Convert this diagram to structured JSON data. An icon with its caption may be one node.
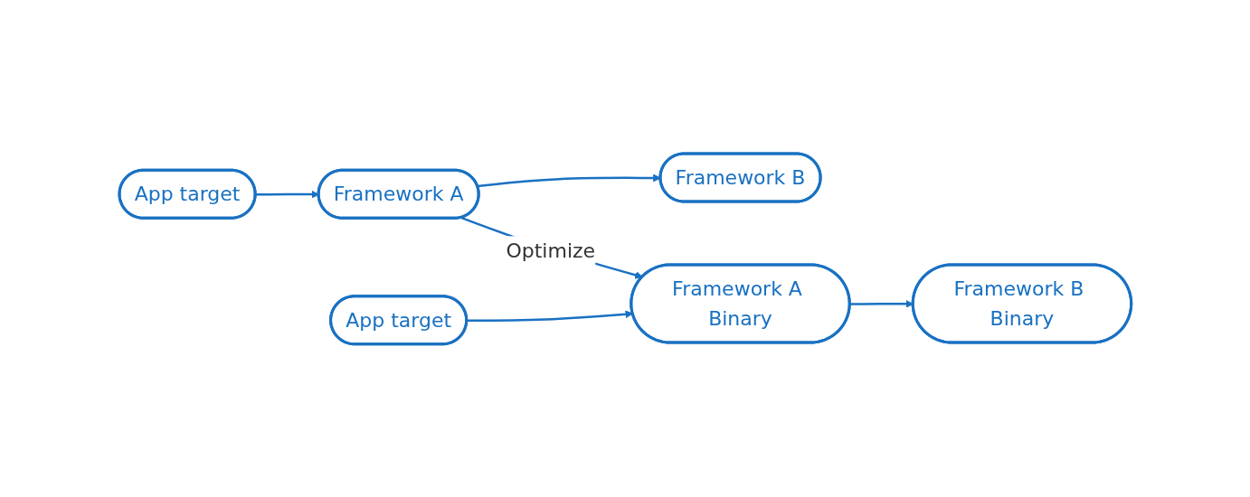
{
  "diagram": {
    "nodes": [
      {
        "text": [
          "App target"
        ]
      },
      {
        "text": [
          "Framework A"
        ]
      },
      {
        "text": [
          "Framework B"
        ]
      },
      {
        "text": [
          "App target"
        ]
      },
      {
        "text": [
          "Framework A Binary"
        ]
      },
      {
        "text": [
          "Framework B Binary"
        ]
      }
    ],
    "edges": [
      {
        "from": 0,
        "to": 1,
        "arrow": "to"
      },
      {
        "from": 1,
        "to": 2,
        "arrow": "to"
      },
      {
        "from": 1,
        "to": 4,
        "arrow": "to",
        "label": "Optimize"
      },
      {
        "from": 3,
        "to": 4,
        "arrow": "to"
      },
      {
        "from": 4,
        "to": 5,
        "arrow": "to"
      }
    ]
  }
}
